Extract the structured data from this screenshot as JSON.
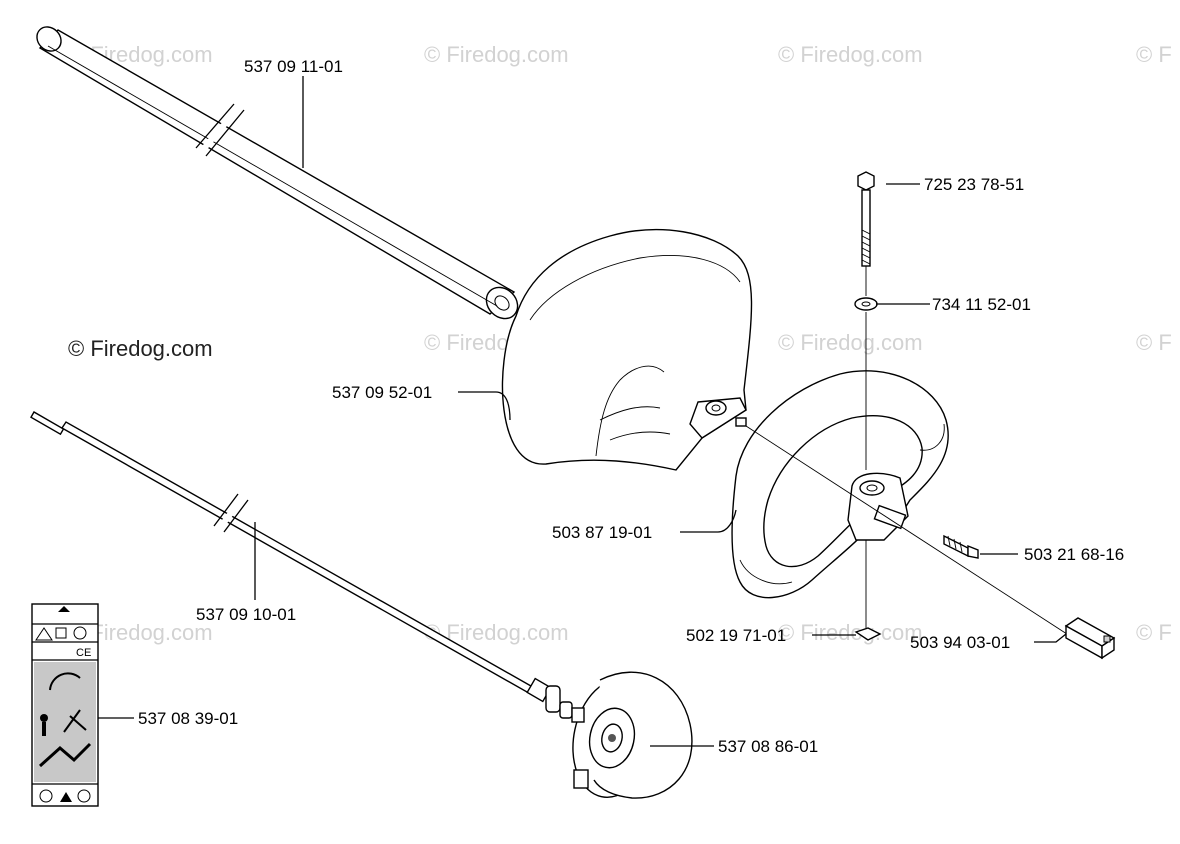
{
  "watermarks": [
    "© Firedog.com",
    "© Firedog.com",
    "© Firedog.com",
    "© F",
    "© Firedog.com",
    "© Firedog.com",
    "© F",
    "© Firedog.com",
    "© Firedog.com",
    "© Firedog.com",
    "© F"
  ],
  "main_watermark": "© Firedog.com",
  "parts": {
    "shaft_tube": "537 09 11-01",
    "bolt": "725 23 78-51",
    "washer": "734 11 52-01",
    "guard": "537 09 52-01",
    "handle": "503 87 19-01",
    "screw": "503 21 68-16",
    "nut_plate": "502 19 71-01",
    "cable_clip": "503 94 03-01",
    "drive_shaft": "537 09 10-01",
    "decal": "537 08 39-01",
    "drive_disc": "537 08 86-01"
  },
  "decal_label": "CE",
  "colors": {
    "line": "#000000",
    "watermark": "#d2d2d2",
    "background": "#ffffff"
  }
}
